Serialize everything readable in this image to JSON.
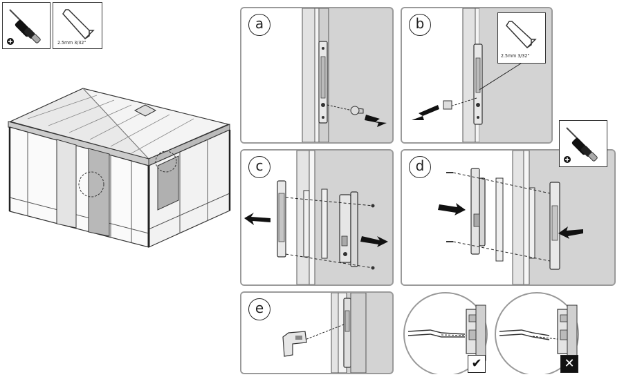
{
  "tools": {
    "screwdriver_label": "screwdriver",
    "hex_key_size": "2.5mm 3/32\""
  },
  "steps": [
    {
      "letter": "a"
    },
    {
      "letter": "b"
    },
    {
      "letter": "c"
    },
    {
      "letter": "d"
    },
    {
      "letter": "e"
    }
  ],
  "callout_hex_key_size": "2.5mm 3/32\"",
  "verdict": {
    "good_symbol": "✔",
    "bad_symbol": "✕"
  }
}
